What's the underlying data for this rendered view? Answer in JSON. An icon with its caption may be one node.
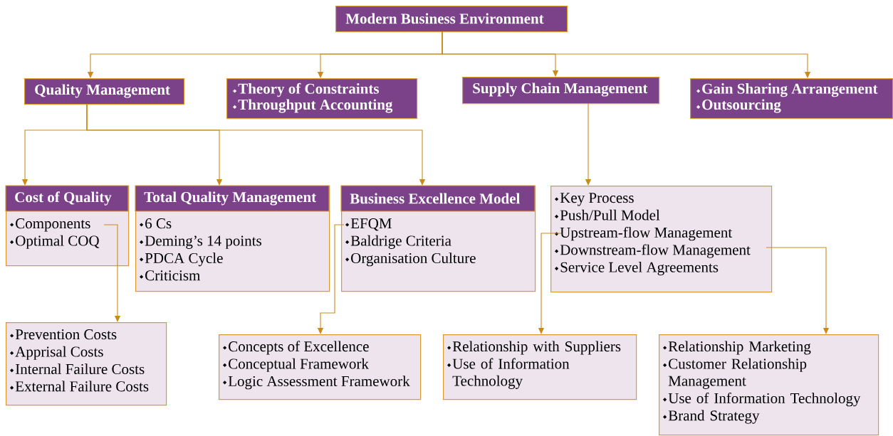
{
  "diagram": {
    "nodes": [
      {
        "text": [
          "Modern Business Environment"
        ]
      },
      {
        "text": [
          "Quality Management"
        ]
      },
      {
        "text": [
          "Theory of Constraints",
          "Throughput Accounting"
        ]
      },
      {
        "text": [
          "Supply Chain Management"
        ]
      },
      {
        "text": [
          "Gain Sharing Arrangement",
          "Outsourcing"
        ]
      },
      {
        "text": [
          "Cost of Quality",
          "Components",
          "Optimal COQ"
        ]
      },
      {
        "text": [
          "Total Quality Management",
          "6 Cs",
          "Deming’s 14 points",
          "PDCA Cycle",
          "Criticism"
        ]
      },
      {
        "text": [
          "Business Excellence Model",
          "EFQM",
          "Baldrige Criteria",
          "Organisation Culture"
        ]
      },
      {
        "text": [
          "Key Process",
          "Push/Pull Model",
          "Upstream-flow Management",
          "Downstream-flow Management",
          "Service Level Agreements"
        ]
      },
      {
        "text": [
          "Prevention Costs",
          "Apprisal Costs",
          "Internal Failure Costs",
          "External Failure Costs"
        ]
      },
      {
        "text": [
          "Concepts of Excellence",
          "Conceptual Framework",
          "Logic Assessment Framework"
        ]
      },
      {
        "text": [
          "Relationship with Suppliers",
          "Use of Information Technology"
        ]
      },
      {
        "text": [
          "Relationship Marketing",
          "Customer Relationship Management",
          "Use of Information Technology",
          "Brand Strategy"
        ]
      }
    ],
    "edges": [
      {
        "from": 0,
        "to": 1,
        "arrow": "to"
      },
      {
        "from": 0,
        "to": 2,
        "arrow": "to"
      },
      {
        "from": 0,
        "to": 3,
        "arrow": "to"
      },
      {
        "from": 0,
        "to": 4,
        "arrow": "to"
      },
      {
        "from": 1,
        "to": 5,
        "arrow": "to"
      },
      {
        "from": 1,
        "to": 6,
        "arrow": "to"
      },
      {
        "from": 1,
        "to": 7,
        "arrow": "to"
      },
      {
        "from": 3,
        "to": 8,
        "arrow": "to"
      },
      {
        "from": 5,
        "to": 9,
        "arrow": "to"
      },
      {
        "from": 7,
        "to": 10,
        "arrow": "to"
      },
      {
        "from": 8,
        "to": 11,
        "arrow": "to"
      },
      {
        "from": 8,
        "to": 12,
        "arrow": "to"
      }
    ]
  }
}
